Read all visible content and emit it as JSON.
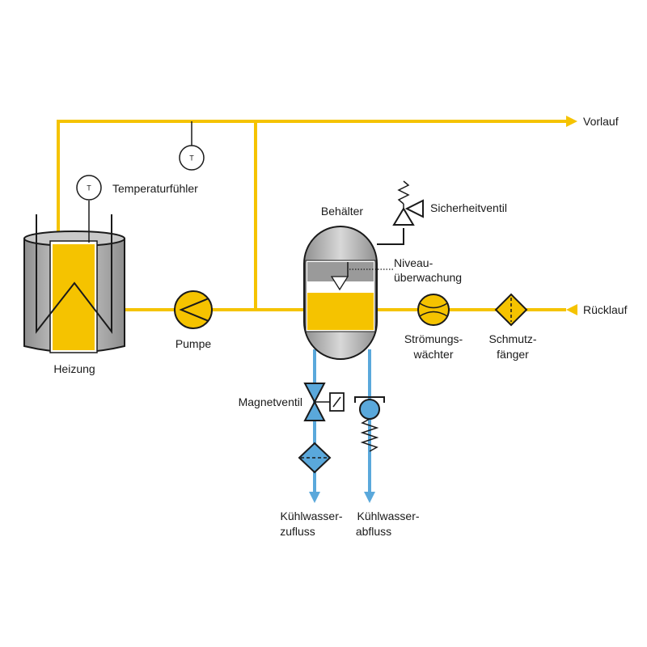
{
  "labels": {
    "vorlauf": "Vorlauf",
    "ruecklauf": "Rücklauf",
    "temperaturfuehler": "Temperaturfühler",
    "heizung": "Heizung",
    "pumpe": "Pumpe",
    "behaelter": "Behälter",
    "sicherheitventil": "Sicherheitventil",
    "niveau_1": "Niveau-",
    "niveau_2": "überwachung",
    "stroemung_1": "Strömungs-",
    "stroemung_2": "wächter",
    "schmutz_1": "Schmutz-",
    "schmutz_2": "fänger",
    "magnetventil": "Magnetventil",
    "zufluss_1": "Kühlwasser-",
    "zufluss_2": "zufluss",
    "abfluss_1": "Kühlwasser-",
    "abfluss_2": "abfluss",
    "sensor_symbol": "T"
  },
  "colors": {
    "hot_water": "#f5c300",
    "cooling_water": "#5aa8db",
    "vessel_gray": "#a9a9a9",
    "outline": "#1a1a1a"
  }
}
